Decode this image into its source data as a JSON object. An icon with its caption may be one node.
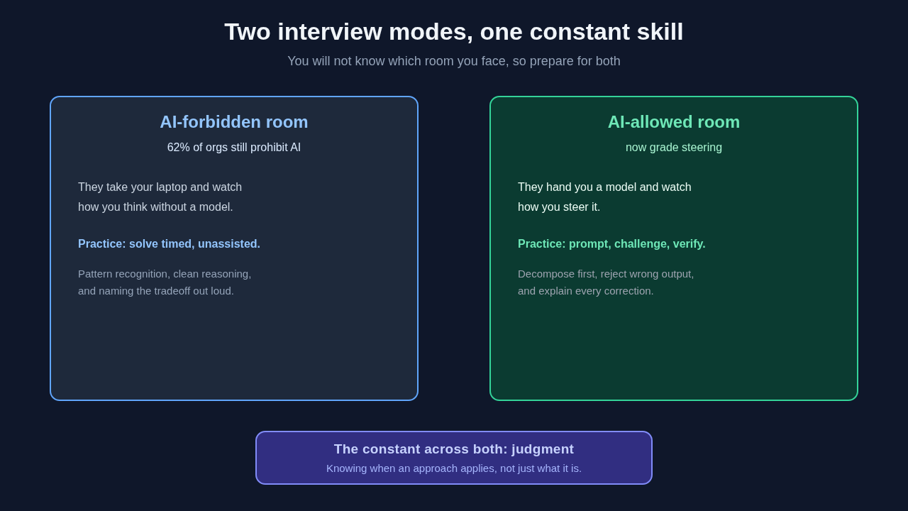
{
  "diagram": {
    "title": "Two interview modes, one constant skill",
    "caption": "You will not know which room you face, so prepare for both",
    "nodes": [
      {
        "text": [
          "AI-forbidden room",
          "62% of orgs still prohibit AI",
          "They take your laptop and watch how you think without a model.",
          "Practice: solve timed, unassisted.",
          "Pattern recognition, clean reasoning, and naming the tradeoff out loud."
        ]
      },
      {
        "text": [
          "AI-allowed room",
          "now grade steering",
          "They hand you a model and watch how you steer it.",
          "Practice: prompt, challenge, verify.",
          "Decompose first, reject wrong output, and explain every correction."
        ]
      },
      {
        "text": [
          "The constant across both: judgment",
          "Knowing when an approach applies, not just what it is."
        ]
      }
    ]
  }
}
